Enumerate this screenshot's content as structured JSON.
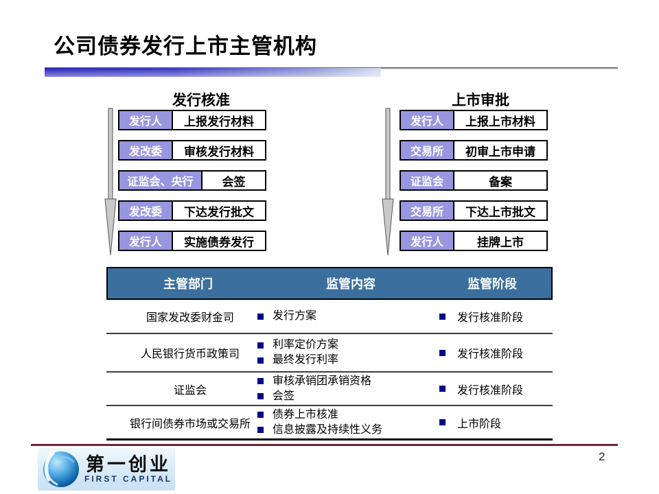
{
  "slide": {
    "title": "公司债券发行上市主管机构",
    "page_number": "2"
  },
  "flows": {
    "left": {
      "title": "发行核准",
      "rows": [
        {
          "actor": "发行人",
          "action": "上报发行材料"
        },
        {
          "actor": "发改委",
          "action": "审核发行材料"
        },
        {
          "actor": "证监会、央行",
          "action": "会签"
        },
        {
          "actor": "发改委",
          "action": "下达发行批文"
        },
        {
          "actor": "发行人",
          "action": "实施债券发行"
        }
      ]
    },
    "right": {
      "title": "上市审批",
      "rows": [
        {
          "actor": "发行人",
          "action": "上报上市材料"
        },
        {
          "actor": "交易所",
          "action": "初审上市申请"
        },
        {
          "actor": "证监会",
          "action": "备案"
        },
        {
          "actor": "交易所",
          "action": "下达上市批文"
        },
        {
          "actor": "发行人",
          "action": "挂牌上市"
        }
      ]
    }
  },
  "table": {
    "headers": [
      "主管部门",
      "监管内容",
      "监管阶段"
    ],
    "rows": [
      {
        "org": "国家发改委财金司",
        "items": [
          "发行方案"
        ],
        "stage": "发行核准阶段"
      },
      {
        "org": "人民银行货币政策司",
        "items": [
          "利率定价方案",
          "最终发行利率"
        ],
        "stage": "发行核准阶段"
      },
      {
        "org": "证监会",
        "items": [
          "审核承销团承销资格",
          "会签"
        ],
        "stage": "发行核准阶段"
      },
      {
        "org": "银行间债券市场或交易所",
        "items": [
          "债券上市核准",
          "信息披露及持续性义务"
        ],
        "stage": "上市阶段"
      }
    ]
  },
  "footer": {
    "logo_cn": "第一创业",
    "logo_en": "FIRST CAPITAL"
  },
  "colors": {
    "accent-purple": "#9896DF",
    "table-header-bg": "#3A6F9E",
    "bullet-navy": "#00008B",
    "maroon-line": "#6D2438",
    "bar-blue": "#2B2ABB",
    "logo-bg": "#CCE3F5",
    "logo-en-color": "#16365C"
  }
}
